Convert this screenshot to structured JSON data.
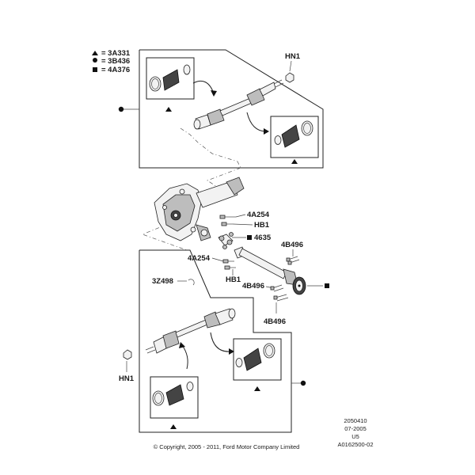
{
  "legend": [
    {
      "symbol": "triangle",
      "text": "= 3A331"
    },
    {
      "symbol": "circle",
      "text": "= 3B436"
    },
    {
      "symbol": "square",
      "text": "= 4A376"
    }
  ],
  "callouts": {
    "hn1_top": "HN1",
    "hn1_bottom": "HN1",
    "4a254_top": "4A254",
    "hb1_top": "HB1",
    "4635": "4635",
    "4a254_bottom": "4A254",
    "hb1_bottom": "HB1",
    "4b496_top": "4B496",
    "4b496_mid": "4B496",
    "4b496_bottom": "4B496",
    "3z498": "3Z498"
  },
  "footer": {
    "code1": "2050410",
    "code2": "07-2005",
    "code3": "U5",
    "code4": "A0162500-02",
    "copyright": "© Copyright, 2005 - 2011, Ford Motor Company Limited"
  }
}
